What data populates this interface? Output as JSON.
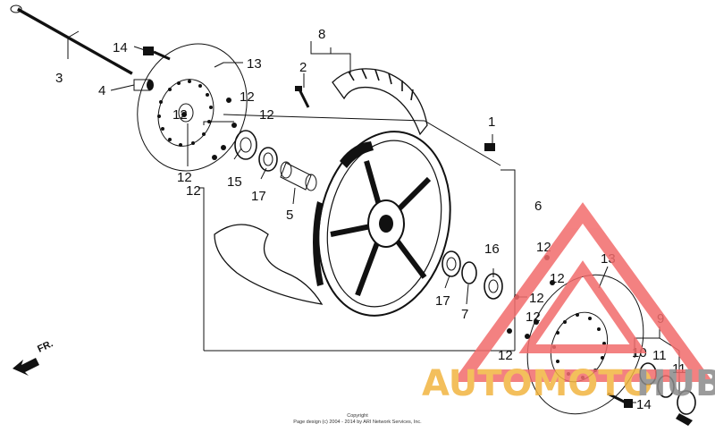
{
  "callouts": {
    "c1": "1",
    "c2": "2",
    "c3": "3",
    "c4": "4",
    "c5": "5",
    "c6": "6",
    "c7": "7",
    "c8": "8",
    "c9": "9",
    "c10": "10",
    "c11a": "11",
    "c11b": "11",
    "c12a": "12",
    "c12b": "12",
    "c12c": "12",
    "c12d": "12",
    "c12e": "12",
    "c12f": "12",
    "c12g": "12",
    "c12h": "12",
    "c12i": "12",
    "c12j": "12",
    "c13a": "13",
    "c13b": "13",
    "c14a": "14",
    "c14b": "14",
    "c15": "15",
    "c16": "16",
    "c17a": "17",
    "c17b": "17"
  },
  "direction_label": "FR.",
  "copyright": {
    "line1": "Copyright",
    "line2": "Page design (c) 2004 - 2014 by ARI Network Services, Inc."
  },
  "watermark": {
    "text_left": "AUTOMOTO",
    "text_right": "HUB",
    "color_main": "#f26c6c",
    "color_gold": "#f2b440",
    "color_gray": "#8a8a8a"
  }
}
